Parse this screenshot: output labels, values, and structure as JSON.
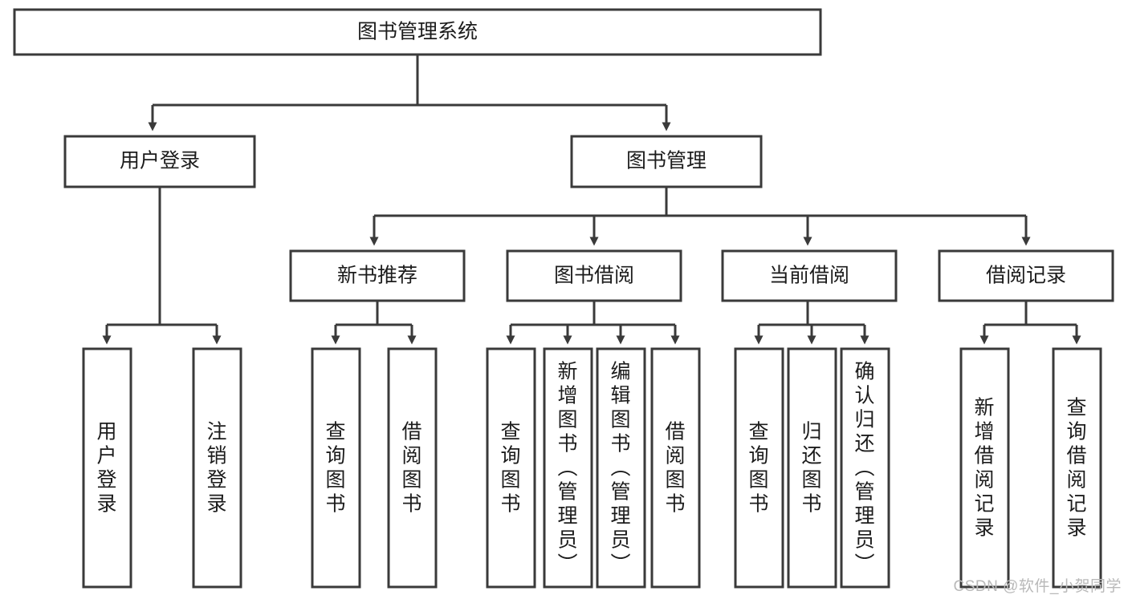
{
  "diagram": {
    "title": "图书管理系统",
    "watermark": "CSDN @软件_小贺同学",
    "root": {
      "label": "图书管理系统"
    },
    "level2": [
      {
        "id": "user-login",
        "label": "用户登录"
      },
      {
        "id": "book-manage",
        "label": "图书管理"
      }
    ],
    "level3": [
      {
        "id": "new-book-recommend",
        "label": "新书推荐"
      },
      {
        "id": "book-borrow",
        "label": "图书借阅"
      },
      {
        "id": "current-borrow",
        "label": "当前借阅"
      },
      {
        "id": "borrow-record",
        "label": "借阅记录"
      }
    ],
    "leaves": {
      "user_login": [
        {
          "id": "leaf-user-login",
          "label": "用户登录"
        },
        {
          "id": "leaf-logout-login",
          "label": "注销登录"
        }
      ],
      "new_book_recommend": [
        {
          "id": "leaf-query-book-1",
          "label": "查询图书"
        },
        {
          "id": "leaf-borrow-book-1",
          "label": "借阅图书"
        }
      ],
      "book_borrow": [
        {
          "id": "leaf-query-book-2",
          "label": "查询图书"
        },
        {
          "id": "leaf-add-book",
          "label": "新增图书（管理员）"
        },
        {
          "id": "leaf-edit-book",
          "label": "编辑图书（管理员）"
        },
        {
          "id": "leaf-borrow-book-2",
          "label": "借阅图书"
        }
      ],
      "current_borrow": [
        {
          "id": "leaf-query-book-3",
          "label": "查询图书"
        },
        {
          "id": "leaf-return-book",
          "label": "归还图书"
        },
        {
          "id": "leaf-confirm-return",
          "label": "确认归还（管理员）"
        }
      ],
      "borrow_record": [
        {
          "id": "leaf-add-record",
          "label": "新增借阅记录"
        },
        {
          "id": "leaf-query-record",
          "label": "查询借阅记录"
        }
      ]
    },
    "colors": {
      "stroke": "#3a3a3a",
      "fill": "#ffffff",
      "text": "#1c1c1c",
      "watermark": "#b9b9b9"
    }
  }
}
